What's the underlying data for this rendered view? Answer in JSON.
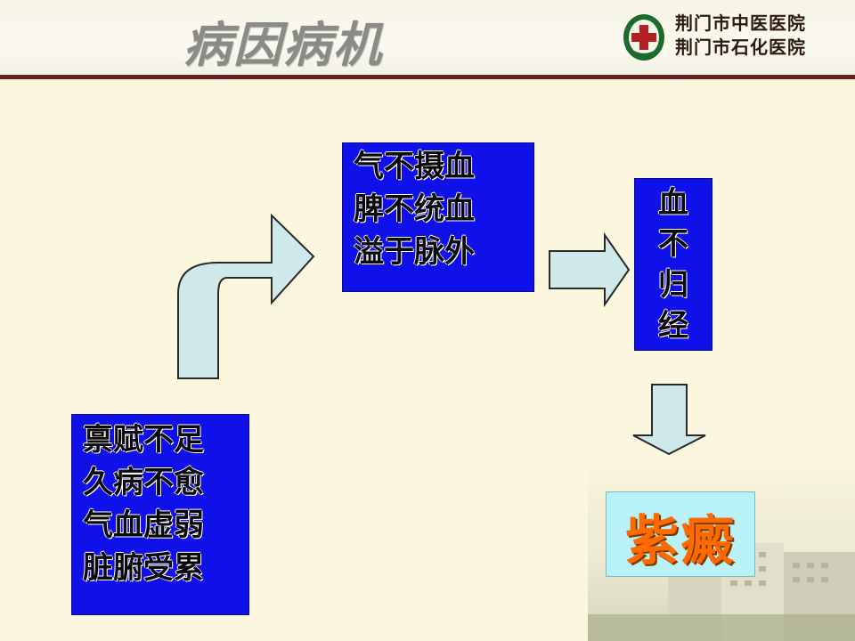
{
  "header": {
    "title": "病因病机",
    "hospital_line1": "荆门市中医医院",
    "hospital_line2": "荆门市石化医院"
  },
  "colors": {
    "box_fill": "#1010e8",
    "arrow_fill": "#cfe8ea",
    "accent_rule": "#6b1f1f",
    "result_fill": "#b9f2f6",
    "result_text": "#ff6a00"
  },
  "diagram": {
    "cause_box": {
      "lines": [
        "禀赋不足",
        "久病不愈",
        "气血虚弱",
        "脏腑受累"
      ]
    },
    "mechanism_box": {
      "lines": [
        "气不摄血",
        "脾不统血",
        "溢于脉外"
      ]
    },
    "outcome_box": {
      "chars": [
        "血",
        "不",
        "归",
        "经"
      ]
    },
    "result": {
      "text": "紫癜"
    }
  },
  "icons": [
    "hospital-logo-icon",
    "curved-arrow-icon",
    "right-arrow-icon",
    "down-arrow-icon"
  ]
}
